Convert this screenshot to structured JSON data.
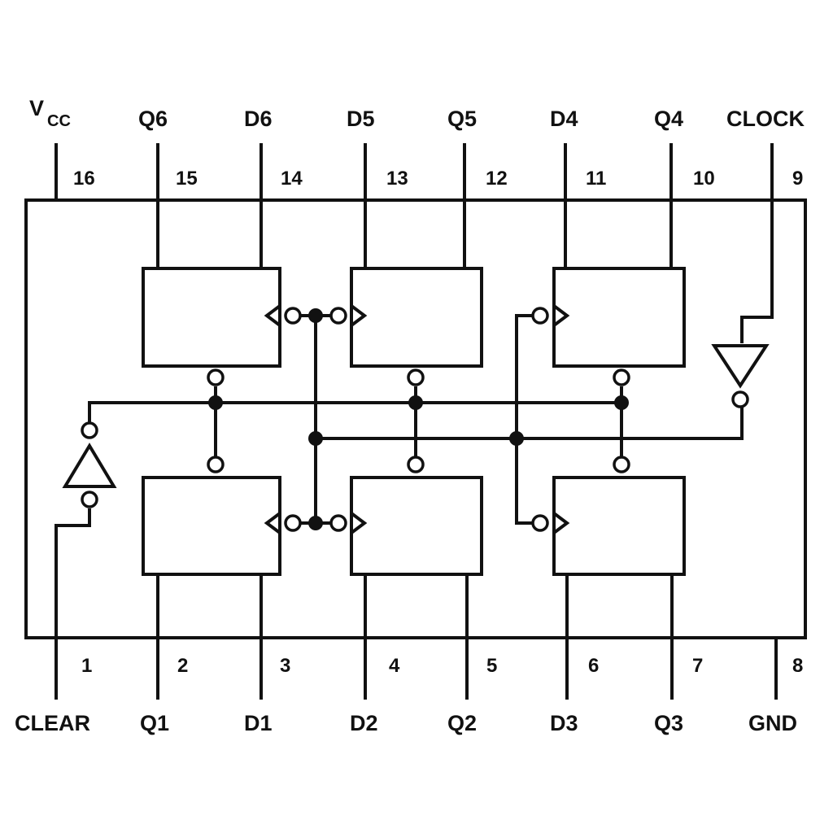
{
  "top_pins": [
    {
      "signal": "CC",
      "signal_prefix": "V",
      "pin": "16"
    },
    {
      "signal": "Q6",
      "pin": "15"
    },
    {
      "signal": "D6",
      "pin": "14"
    },
    {
      "signal": "D5",
      "pin": "13"
    },
    {
      "signal": "Q5",
      "pin": "12"
    },
    {
      "signal": "D4",
      "pin": "11"
    },
    {
      "signal": "Q4",
      "pin": "10"
    },
    {
      "signal": "CLOCK",
      "pin": "9"
    }
  ],
  "bottom_pins": [
    {
      "signal": "CLEAR",
      "pin": "1"
    },
    {
      "signal": "Q1",
      "pin": "2"
    },
    {
      "signal": "D1",
      "pin": "3"
    },
    {
      "signal": "D2",
      "pin": "4"
    },
    {
      "signal": "Q2",
      "pin": "5"
    },
    {
      "signal": "D3",
      "pin": "6"
    },
    {
      "signal": "Q3",
      "pin": "7"
    },
    {
      "signal": "GND",
      "pin": "8"
    }
  ]
}
